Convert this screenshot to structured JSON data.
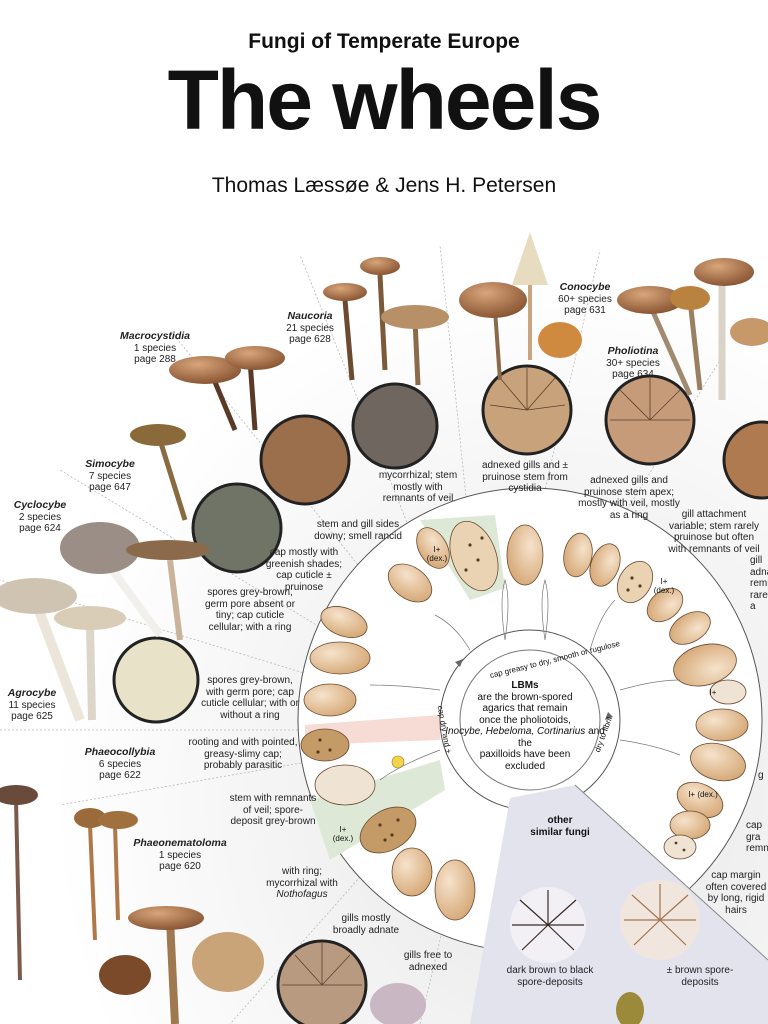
{
  "header": {
    "subtitle": "Fungi of Temperate Europe",
    "title": "The wheels",
    "authors": "Thomas Læssøe & Jens H. Petersen"
  },
  "genera": [
    {
      "name": "Macrocystidia",
      "count": "1 species",
      "page": "page 288"
    },
    {
      "name": "Naucoria",
      "count": "21 species",
      "page": "page 628"
    },
    {
      "name": "Conocybe",
      "count": "60+ species",
      "page": "page 631"
    },
    {
      "name": "Pholiotina",
      "count": "30+ species",
      "page": "page 634"
    },
    {
      "name": "Simocybe",
      "count": "7 species",
      "page": "page 647"
    },
    {
      "name": "Cyclocybe",
      "count": "2 species",
      "page": "page 624"
    },
    {
      "name": "Agrocybe",
      "count": "11 species",
      "page": "page 625"
    },
    {
      "name": "Phaeocollybia",
      "count": "6 species",
      "page": "page 622"
    },
    {
      "name": "Phaeonematoloma",
      "count": "1 species",
      "page": "page 620"
    }
  ],
  "descriptions": {
    "naucoria": "mycorrhizal; stem mostly with remnants of veil",
    "conocybe": "adnexed gills and ± pruinose stem from cystidia",
    "pholiotina": "adnexed gills and pruinose stem apex; mostly with veil, mostly as a ring",
    "gill_attachment": "gill attachment variable; stem rarely pruinose but often with remnants of veil",
    "macrocystidia": "stem and gill sides downy; smell rancid",
    "simocybe": "cap mostly with greenish shades; cap cuticle ± pruinose",
    "cyclocybe": "spores grey-brown, germ pore absent or tiny; cap cuticle cellular; with a ring",
    "agrocybe": "spores grey-brown, with germ pore; cap cuticle cellular; with or without a ring",
    "phaeocollybia": "rooting and with pointed, greasy-slimy cap; probably parasitic",
    "phaeonematoloma": "stem with remnants of veil; spore-deposit grey-brown",
    "nothofagus_pre": "with ring; mycorrhizal with",
    "nothofagus_genus": "Nothofagus",
    "gills_adnate": "gills mostly broadly adnate",
    "gills_free": "gills free to adnexed",
    "cap_margin": "cap margin often covered by long, rigid hairs"
  },
  "edge_partial": {
    "gill": "gill adnate remnan rarely a",
    "cap": "cap gra remna",
    "g": "g"
  },
  "wheel": {
    "center_title": "LBMs",
    "center_lines": [
      "are the brown-spored",
      "agarics that remain",
      "once the pholiotoids,"
    ],
    "center_italic": "Inocybe, Hebeloma, Cortinarius",
    "center_tail": [
      "and the",
      "paxilloids have been",
      "excluded"
    ],
    "ring_label_top": "cap greasy to dry, smooth or rugulose",
    "ring_label_left": "cap dry and ±",
    "ring_label_right": "dry to fibril",
    "dex_marks": [
      "I+ (dex.)",
      "I+ (dex.)",
      "I+ (dex.)",
      "I+ (dex.)",
      "I+"
    ]
  },
  "other": {
    "title_1": "other",
    "title_2": "similar fungi",
    "dark": "dark brown to black spore-deposits",
    "brown": "± brown spore-deposits"
  },
  "colors": {
    "cap_brown": "#a6714a",
    "spore_tan": "#e6c5a0",
    "wedge_grey": "#e3e3ee",
    "circle_border": "#222222"
  }
}
